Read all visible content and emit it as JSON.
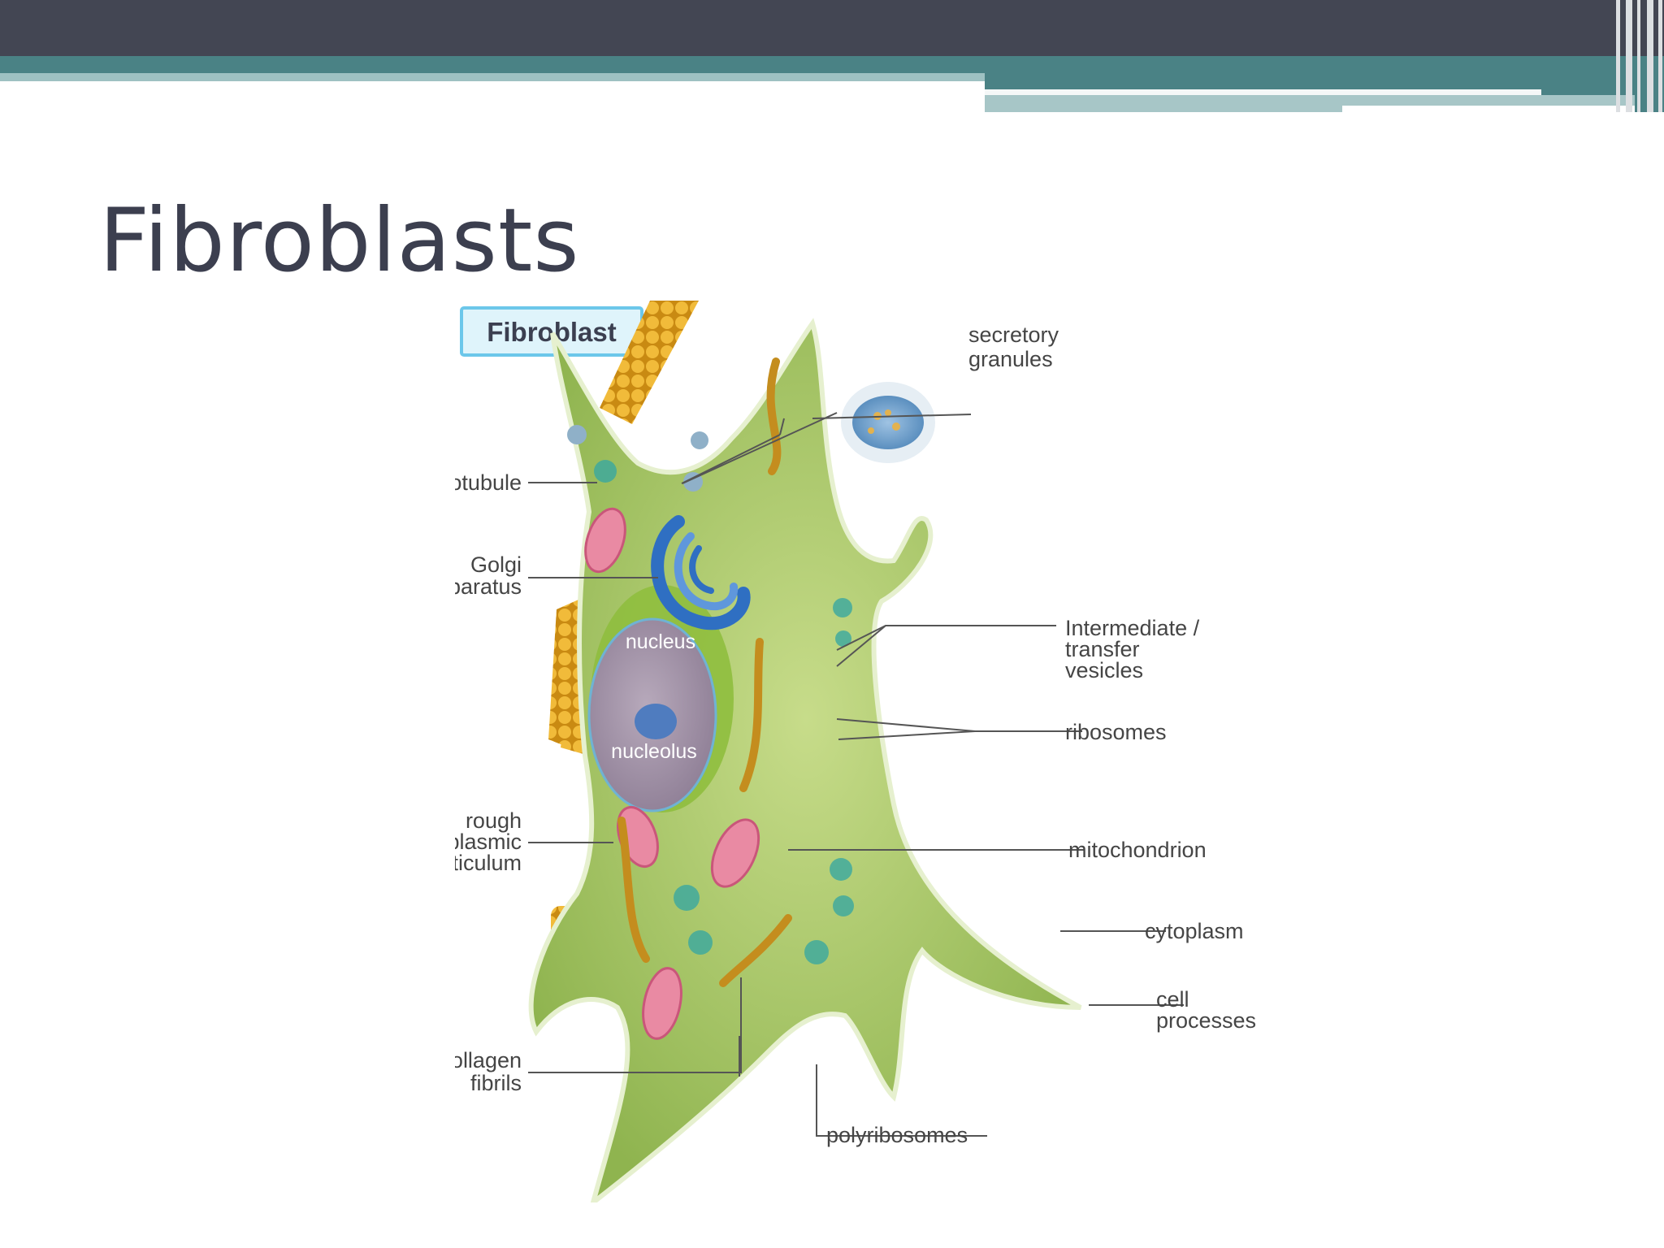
{
  "slide": {
    "title": "Fibroblasts"
  },
  "diagram": {
    "tag": "Fibroblast",
    "labels": {
      "microtubule": "microtubule",
      "golgi_1": "Golgi",
      "golgi_2": "apparatus",
      "rer_1": "rough",
      "rer_2": "endoplasmic",
      "rer_3": "reticulum",
      "collagen_1": "collagen",
      "collagen_2": "fibrils",
      "secretory_1": "secretory",
      "secretory_2": "granules",
      "vesicles_1": "Intermediate /",
      "vesicles_2": "transfer",
      "vesicles_3": "vesicles",
      "ribosomes": "ribosomes",
      "mitochondrion": "mitochondrion",
      "cytoplasm": "cytoplasm",
      "processes_1": "cell",
      "processes_2": "processes",
      "polyribosomes": "polyribosomes",
      "nucleus": "nucleus",
      "nucleolus": "nucleolus"
    },
    "colors": {
      "cell": "#a8c96a",
      "nucleus": "#a898ad",
      "golgi": "#2f6fc2",
      "collagen": "#e8ab2b",
      "mitochondria": "#e57c97"
    }
  }
}
